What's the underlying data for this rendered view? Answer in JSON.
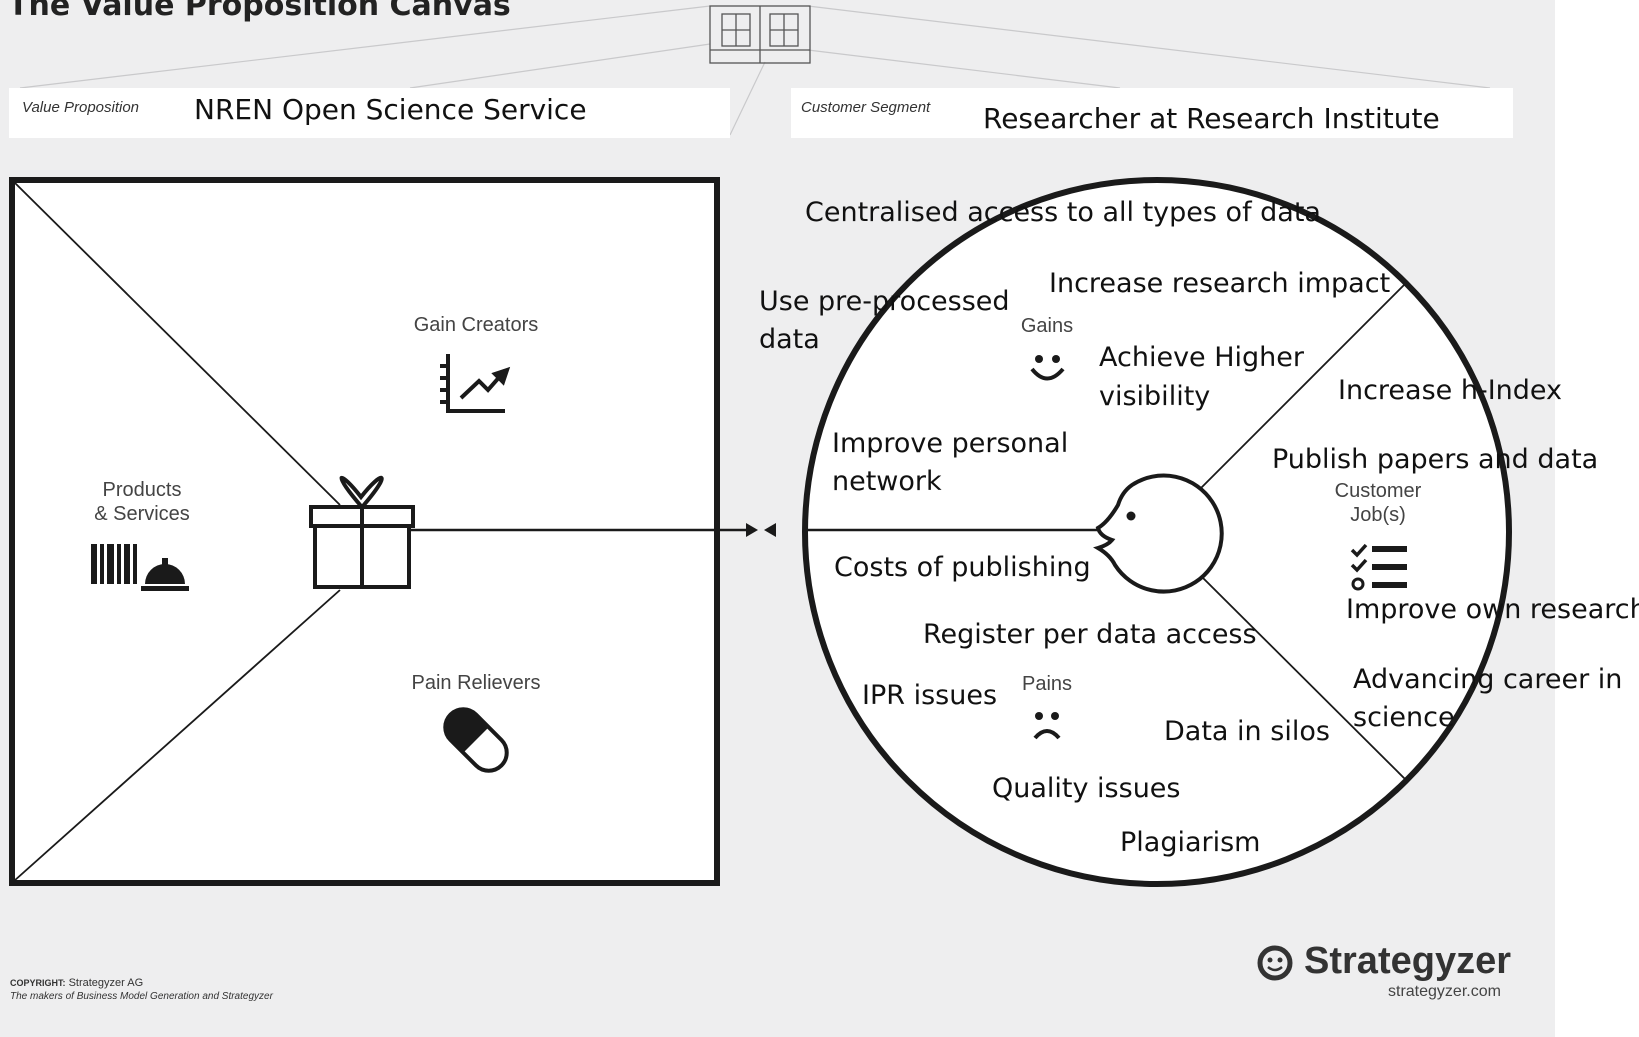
{
  "page_title": "The Value Proposition Canvas",
  "value_proposition": {
    "label": "Value Proposition",
    "value": "NREN Open Science Service"
  },
  "customer_segment": {
    "label": "Customer Segment",
    "value": "Researcher at Research Institute"
  },
  "square": {
    "gain_creators_label": "Gain Creators",
    "pain_relievers_label": "Pain Relievers",
    "products_label_line1": "Products",
    "products_label_line2": "& Services"
  },
  "circle": {
    "gains_label": "Gains",
    "pains_label": "Pains",
    "jobs_label_line1": "Customer",
    "jobs_label_line2": "Job(s)"
  },
  "notes": {
    "gains": [
      "Centralised access to all types of data",
      "Increase research impact",
      "Use pre-processed",
      "data",
      "Achieve Higher",
      "visibility",
      "Improve personal",
      "network"
    ],
    "jobs": [
      "Increase h-Index",
      "Publish papers and data",
      "Improve own research",
      "Advancing career in",
      "science"
    ],
    "pains": [
      "Costs of publishing",
      "Register per data access",
      "IPR issues",
      "Data in silos",
      "Quality issues",
      "Plagiarism"
    ]
  },
  "footer": {
    "copyright_label": "COPYRIGHT:",
    "copyright_holder": "Strategyzer AG",
    "tagline": "The makers of Business Model Generation and Strategyzer",
    "brand": "Strategyzer",
    "brand_url": "strategyzer.com"
  },
  "colors": {
    "background": "#eeeeef",
    "ink": "#111111"
  }
}
